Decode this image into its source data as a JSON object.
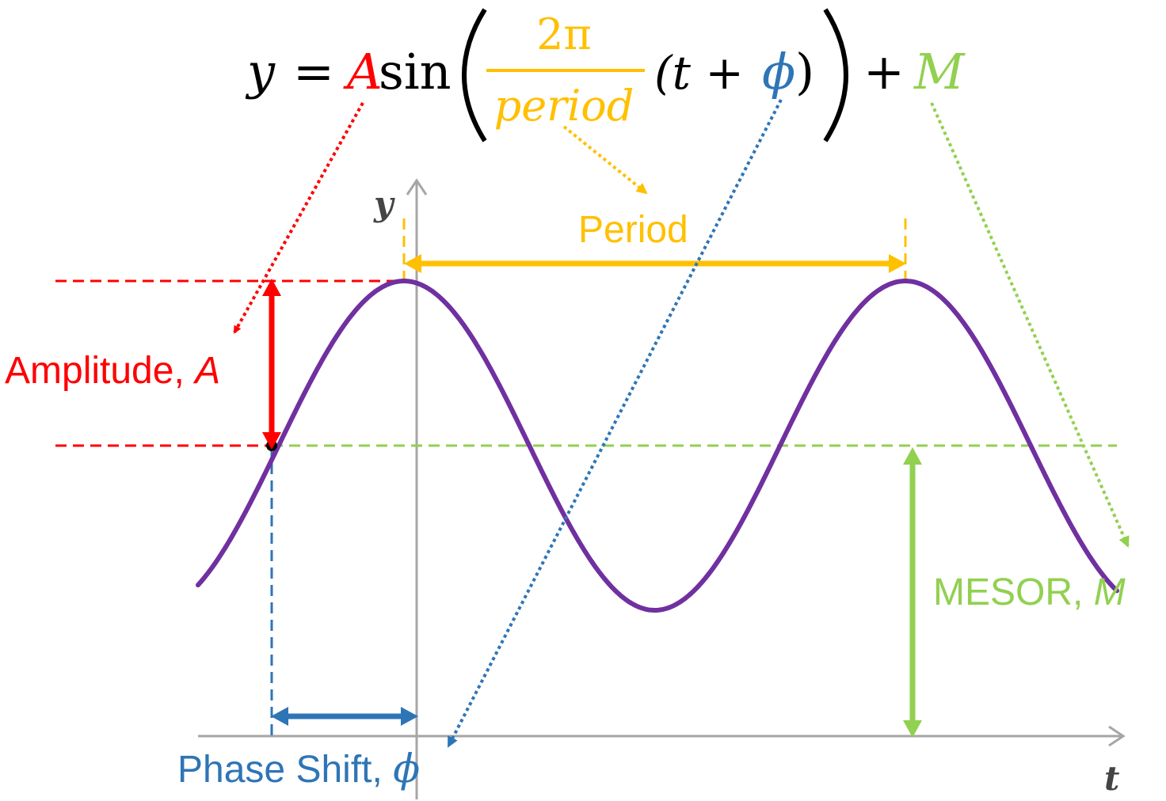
{
  "equation": {
    "y": "y",
    "equals": "=",
    "A": "A",
    "sin": "sin",
    "two_pi": "2π",
    "period": "period",
    "t_plus": "(t +",
    "phi": "ϕ",
    "close": ")",
    "plus": "+",
    "M": "M"
  },
  "axes": {
    "y_label": "y",
    "t_label": "t"
  },
  "labels": {
    "period": "Period",
    "amplitude_text": "Amplitude, ",
    "amplitude_symbol": "A",
    "mesor_text": "MESOR, ",
    "mesor_symbol": "M",
    "phase_text": "Phase Shift, ",
    "phase_symbol": "ϕ"
  },
  "colors": {
    "amplitude": "#ff0000",
    "period": "#ffc000",
    "phase": "#2e75b6",
    "mesor": "#92d050",
    "curve": "#7030a0",
    "axis": "#a6a6a6",
    "text": "#000000"
  }
}
